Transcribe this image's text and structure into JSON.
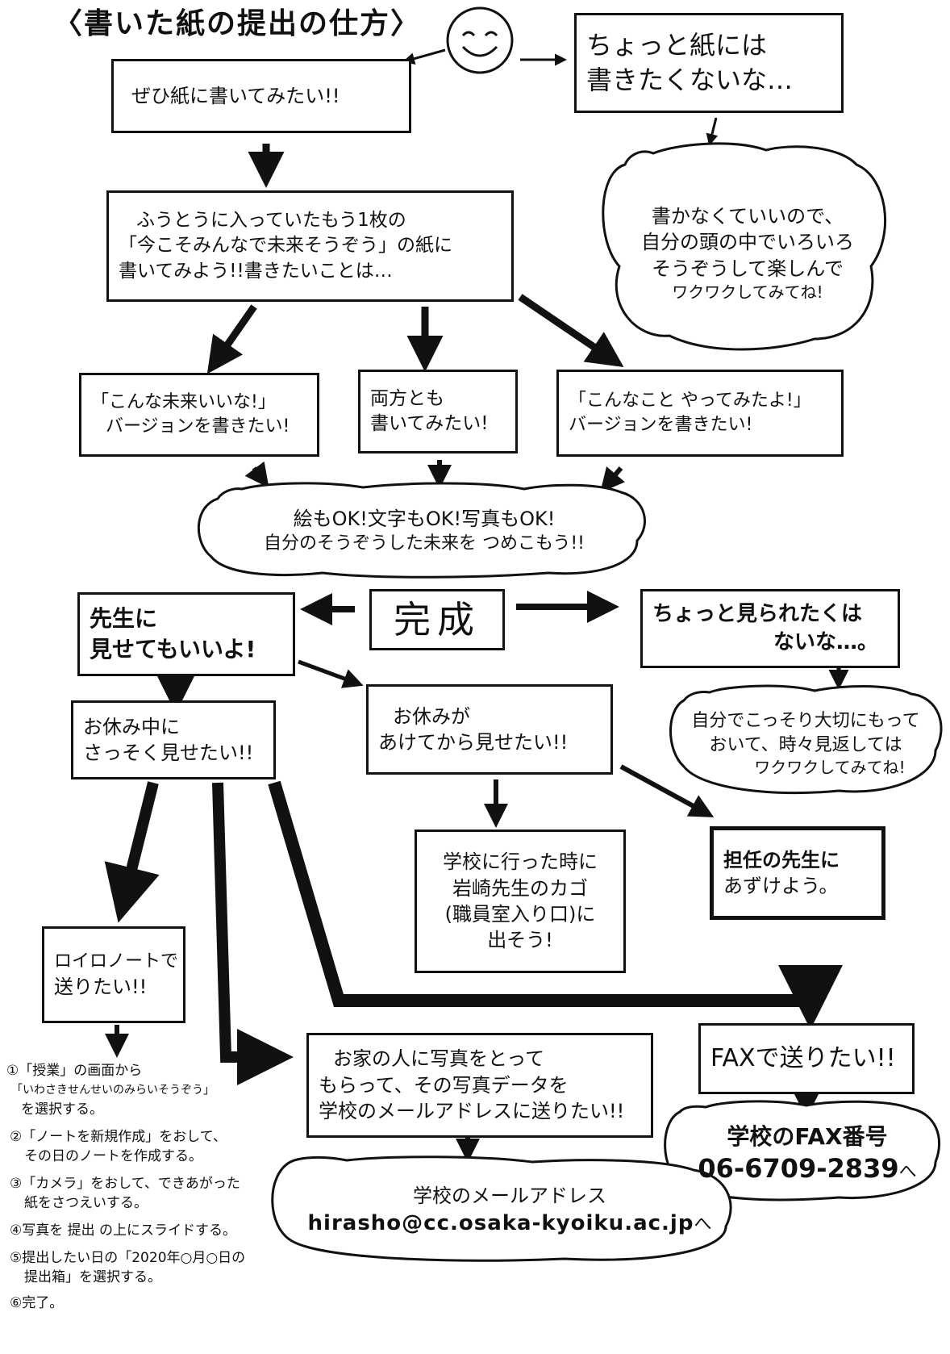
{
  "title": "〈書いた紙の提出の仕方〉",
  "smiley_icon": "smiley-face-icon",
  "start": {
    "yes": "ぜひ紙に書いてみたい!!",
    "no": [
      "ちょっと紙には",
      "書きたくないな…"
    ]
  },
  "no_write_cloud": [
    "書かなくていいので、",
    "自分の頭の中でいろいろ",
    "そうぞうして楽しんで",
    "ワクワクしてみてね!"
  ],
  "instruction": [
    "ふうとうに入っていたもう1枚の",
    "「今こそみんなで未来そうぞう」の紙に",
    "書いてみよう!!書きたいことは…"
  ],
  "versions": {
    "future": [
      "「こんな未来いいな!」",
      "バージョンを書きたい!"
    ],
    "both": [
      "両方とも",
      "書いてみたい!"
    ],
    "did": [
      "「こんなこと やってみたよ!」",
      "バージョンを書きたい!"
    ]
  },
  "content_cloud": [
    "絵もOK!文字もOK!写真もOK!",
    "自分のそうぞうした未来を つめこもう!!"
  ],
  "done": "完成",
  "show_ok": [
    "先生に",
    "見せてもいいよ!"
  ],
  "hide": [
    "ちょっと見られたくは",
    "ないな…。"
  ],
  "hide_cloud": [
    "自分でこっそり大切にもって",
    "おいて、時々見返しては",
    "ワクワクしてみてね!"
  ],
  "now": [
    "お休み中に",
    "さっそく見せたい!!"
  ],
  "later": [
    "お休みが",
    "あけてから見せたい!!"
  ],
  "school": [
    "学校に行った時に",
    "岩崎先生のカゴ",
    "(職員室入り口)に",
    "出そう!"
  ],
  "homeroom": [
    "担任の先生に",
    "あずけよう。"
  ],
  "loilo": [
    "ロイロノートで",
    "送りたい!!"
  ],
  "steps": [
    "①「授業」の画面から",
    "「いわさきせんせいのみらいそうぞう」",
    "を選択する。",
    "②「ノートを新規作成」をおして、",
    "その日のノートを作成する。",
    "③「カメラ」をおして、できあがった",
    "紙をさつえいする。",
    "④写真を 提出 の上にスライドする。",
    "⑤提出したい日の「2020年○月○日の",
    "提出箱」を選択する。",
    "⑥完了。"
  ],
  "photo": [
    "お家の人に写真をとって",
    "もらって、その写真データを",
    "学校のメールアドレスに送りたい!!"
  ],
  "fax": "FAXで送りたい!!",
  "fax_cloud": {
    "label": "学校のFAX番号",
    "number": "06-6709-2839",
    "suffix": "へ"
  },
  "mail_cloud": {
    "label": "学校のメールアドレス",
    "address": "hirasho@cc.osaka-kyoiku.ac.jp",
    "suffix": "へ"
  }
}
